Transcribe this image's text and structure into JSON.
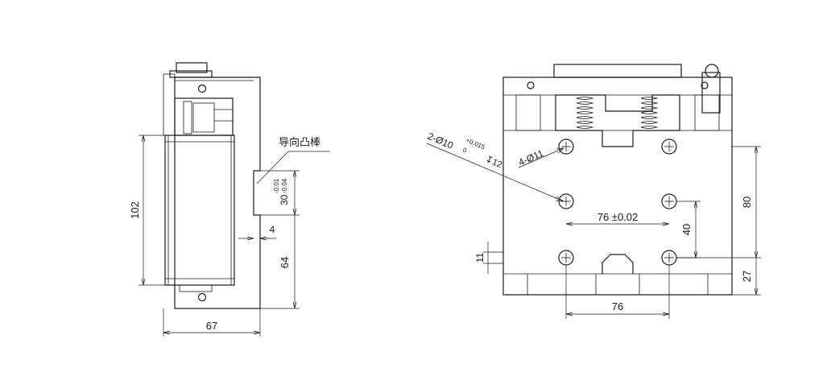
{
  "side_view": {
    "label_guide_cam": "导向凸棒",
    "dim_height": "102",
    "dim_width": "67",
    "dim_slot_gap": "4",
    "dim_slot_width": "30",
    "dim_slot_tol_upper": "-0.01",
    "dim_slot_tol_lower": "-0.04",
    "dim_lower_height": "64"
  },
  "front_view": {
    "hole_callout_prefix": "2-Ø10",
    "hole_tol_upper": "+0.015",
    "hole_tol_lower": "0",
    "hole_depth": "↧12",
    "through_holes": "4-Ø11",
    "dim_pitch_tol": "76 ±0.02",
    "dim_bottom_pitch": "76",
    "dim_vertical_40": "40",
    "dim_right_80": "80",
    "dim_right_27": "27",
    "dim_left_11": "11"
  }
}
